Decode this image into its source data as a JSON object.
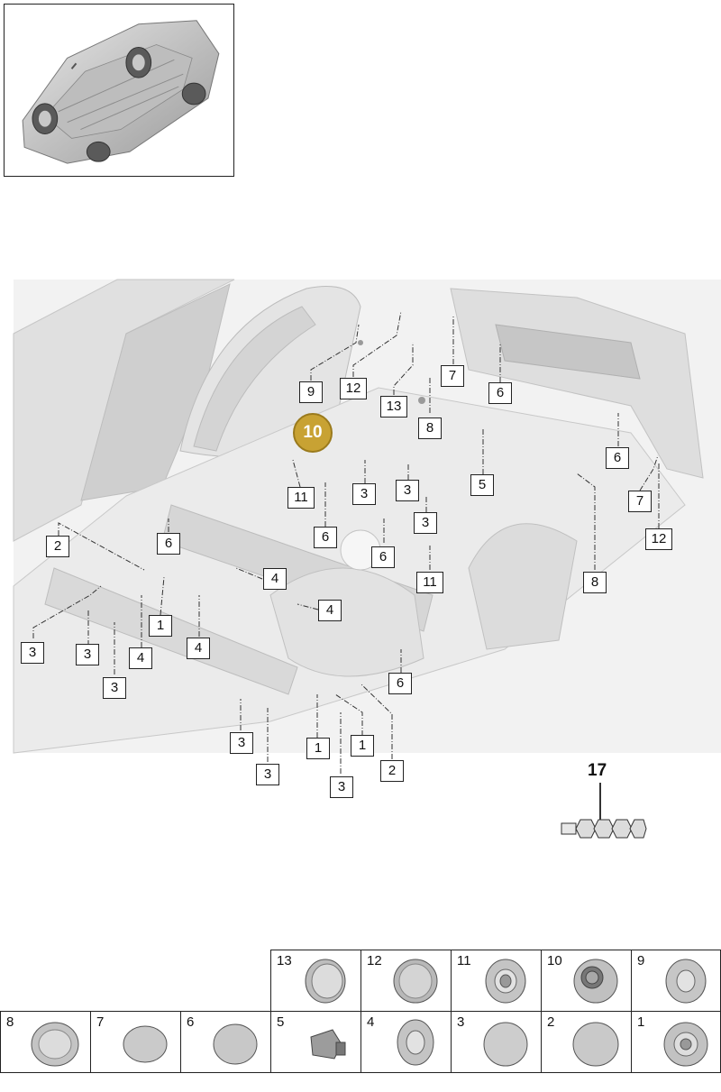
{
  "callouts": [
    {
      "id": "c-9",
      "label": "9"
    },
    {
      "id": "c-12a",
      "label": "12"
    },
    {
      "id": "c-13",
      "label": "13"
    },
    {
      "id": "c-7a",
      "label": "7"
    },
    {
      "id": "c-6a",
      "label": "6"
    },
    {
      "id": "c-8a",
      "label": "8"
    },
    {
      "id": "c-6b",
      "label": "6"
    },
    {
      "id": "c-5",
      "label": "5"
    },
    {
      "id": "c-3a",
      "label": "3"
    },
    {
      "id": "c-3b",
      "label": "3"
    },
    {
      "id": "c-11a",
      "label": "11"
    },
    {
      "id": "c-7b",
      "label": "7"
    },
    {
      "id": "c-3c",
      "label": "3"
    },
    {
      "id": "c-12b",
      "label": "12"
    },
    {
      "id": "c-2a",
      "label": "2"
    },
    {
      "id": "c-6c",
      "label": "6"
    },
    {
      "id": "c-6d",
      "label": "6"
    },
    {
      "id": "c-6e",
      "label": "6"
    },
    {
      "id": "c-11b",
      "label": "11"
    },
    {
      "id": "c-8b",
      "label": "8"
    },
    {
      "id": "c-4a",
      "label": "4"
    },
    {
      "id": "c-4b",
      "label": "4"
    },
    {
      "id": "c-1a",
      "label": "1"
    },
    {
      "id": "c-3d",
      "label": "3"
    },
    {
      "id": "c-3e",
      "label": "3"
    },
    {
      "id": "c-4c",
      "label": "4"
    },
    {
      "id": "c-4d",
      "label": "4"
    },
    {
      "id": "c-3f",
      "label": "3"
    },
    {
      "id": "c-6f",
      "label": "6"
    },
    {
      "id": "c-3g",
      "label": "3"
    },
    {
      "id": "c-1b",
      "label": "1"
    },
    {
      "id": "c-1c",
      "label": "1"
    },
    {
      "id": "c-3h",
      "label": "3"
    },
    {
      "id": "c-2b",
      "label": "2"
    },
    {
      "id": "c-3i",
      "label": "3"
    }
  ],
  "highlight": {
    "label": "10",
    "color": "#c8a233"
  },
  "part17": {
    "label": "17"
  },
  "parts_table": {
    "row1": [
      "13",
      "12",
      "11",
      "10",
      "9"
    ],
    "row2": [
      "8",
      "7",
      "6",
      "5",
      "4",
      "3",
      "2",
      "1"
    ]
  }
}
